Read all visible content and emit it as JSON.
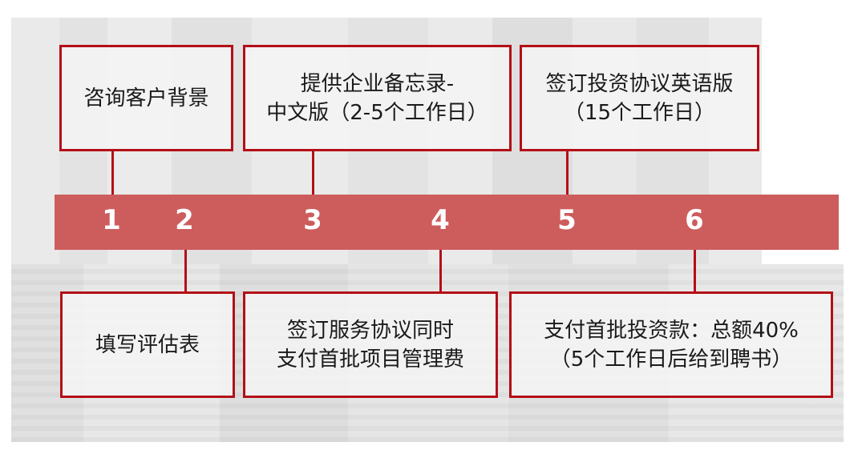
{
  "colors": {
    "bar": "#cd5d5d",
    "line": "#b30f17",
    "number_text": "#ffffff",
    "box_text": "#1a1a1a"
  },
  "timeline": {
    "steps": [
      {
        "number": "1",
        "position": "top",
        "lines": [
          "咨询客户背景"
        ]
      },
      {
        "number": "2",
        "position": "bottom",
        "lines": [
          "填写评估表"
        ]
      },
      {
        "number": "3",
        "position": "top",
        "lines": [
          "提供企业备忘录-",
          "中文版（2-5个工作日）"
        ]
      },
      {
        "number": "4",
        "position": "bottom",
        "lines": [
          "签订服务协议同时",
          "支付首批项目管理费"
        ]
      },
      {
        "number": "5",
        "position": "top",
        "lines": [
          "签订投资协议英语版",
          "（15个工作日）"
        ]
      },
      {
        "number": "6",
        "position": "bottom",
        "lines": [
          "支付首批投资款：总额40%",
          "（5个工作日后给到聘书）"
        ]
      }
    ]
  }
}
